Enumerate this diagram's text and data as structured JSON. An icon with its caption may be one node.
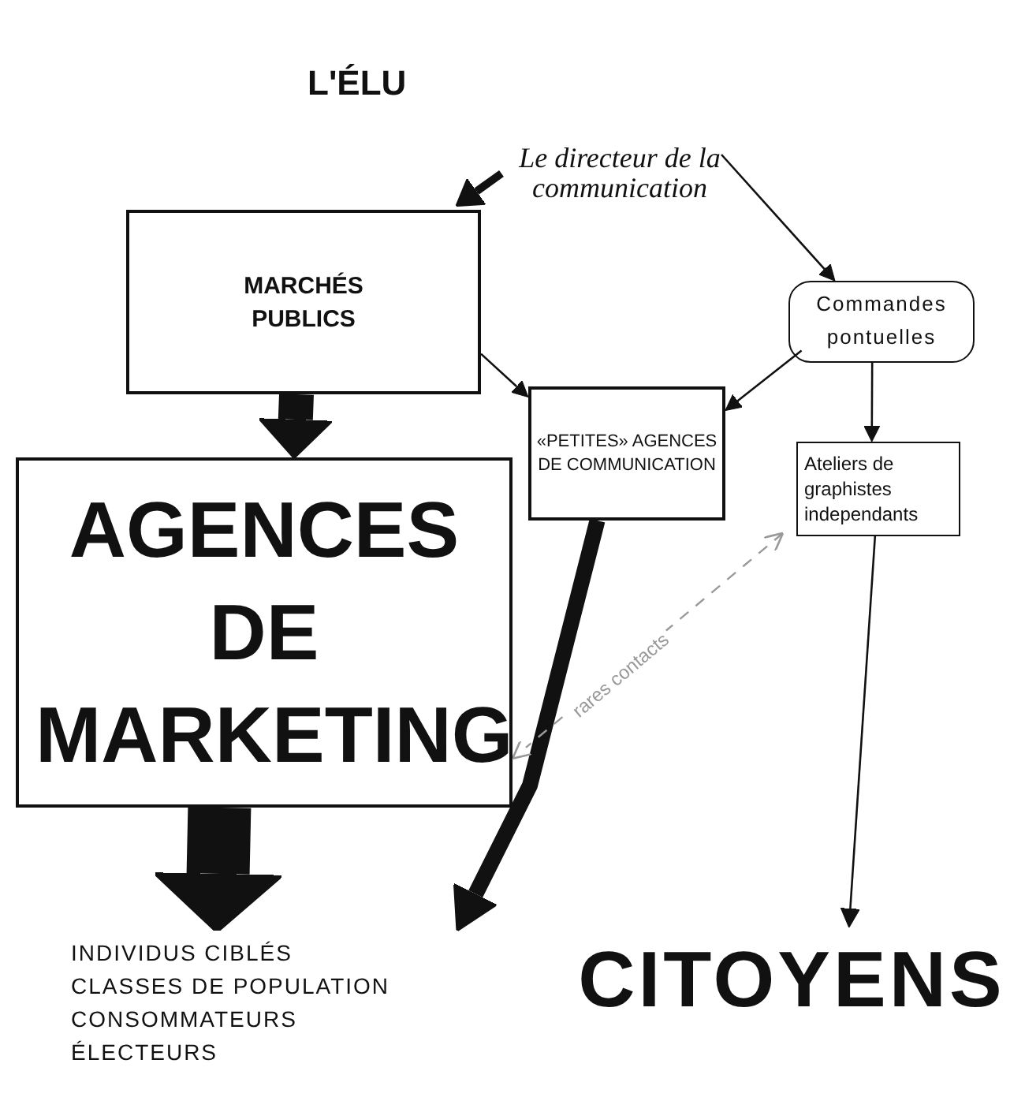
{
  "diagram": {
    "nodes": [
      {
        "text": [
          "Le directeur de la communication"
        ]
      },
      {
        "text": [
          "MARCHÉS PUBLICS"
        ]
      },
      {
        "text": [
          "AGENCES DE MARKETING"
        ]
      },
      {
        "text": [
          "«PETITES» AGENCES DE COMMUNICATION"
        ]
      },
      {
        "text": [
          "Commandes pontuelles"
        ]
      },
      {
        "text": [
          "Ateliers de graphistes independants"
        ]
      },
      {
        "text": [
          "INDIVIDUS CIBLÉS",
          "CLASSES DE POPULATION",
          "CONSOMMATEURS",
          "ÉLECTEURS"
        ]
      },
      {
        "text": [
          "CITOYENS"
        ]
      }
    ],
    "edges": [
      {
        "from": 0,
        "to": 1,
        "arrow": "to",
        "style": "thick"
      },
      {
        "from": 0,
        "to": 4,
        "arrow": "to"
      },
      {
        "from": 1,
        "to": 3,
        "arrow": "to"
      },
      {
        "from": 4,
        "to": 3,
        "arrow": "to"
      },
      {
        "from": 4,
        "to": 5,
        "arrow": "to"
      },
      {
        "from": 1,
        "to": 2,
        "arrow": "to",
        "style": "thick"
      },
      {
        "from": 2,
        "to": 6,
        "arrow": "to",
        "style": "thick"
      },
      {
        "from": 3,
        "to": 6,
        "arrow": "to",
        "style": "thick"
      },
      {
        "from": 5,
        "to": 2,
        "arrow": "both",
        "style": "dashed",
        "color": "#999999",
        "label": "rares contacts"
      },
      {
        "from": 5,
        "to": 7,
        "arrow": "to"
      }
    ],
    "labels": [
      "L'ÉLU"
    ]
  }
}
